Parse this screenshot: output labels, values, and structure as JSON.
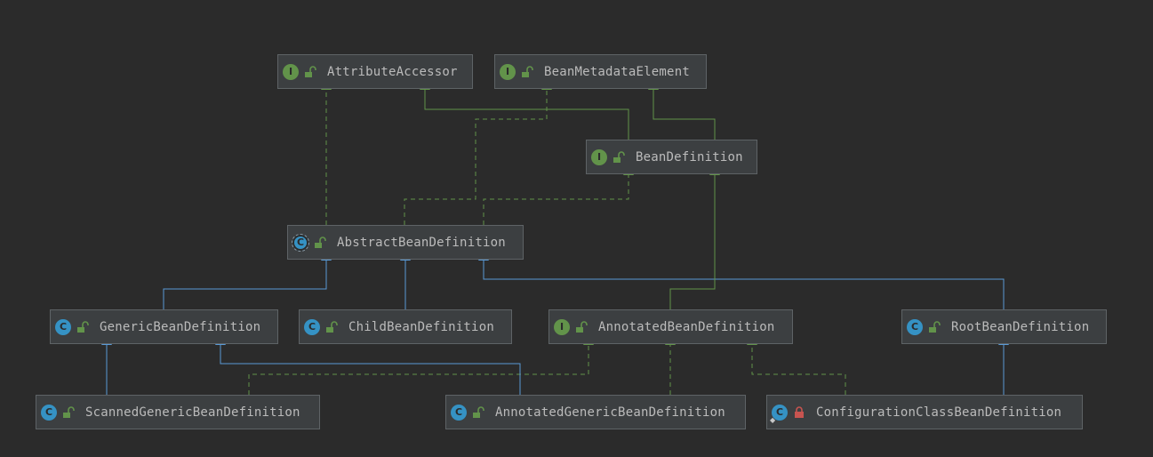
{
  "colors": {
    "background": "#2b2b2b",
    "node_fill": "#3c3f41",
    "node_border": "#5e6366",
    "text": "#bbbbbb",
    "implements_edge": "#62934a",
    "extends_edge_interface": "#62934a",
    "extends_edge_class": "#5a9ad6",
    "interface_badge": "#62934a",
    "class_badge": "#3592c4",
    "private_lock": "#c75450"
  },
  "nodes": {
    "attribute_accessor": {
      "label": "AttributeAccessor",
      "kind": "interface",
      "kind_letter": "I",
      "access": "public"
    },
    "bean_metadata_element": {
      "label": "BeanMetadataElement",
      "kind": "interface",
      "kind_letter": "I",
      "access": "public"
    },
    "bean_definition": {
      "label": "BeanDefinition",
      "kind": "interface",
      "kind_letter": "I",
      "access": "public"
    },
    "abstract_bean_definition": {
      "label": "AbstractBeanDefinition",
      "kind": "abstract-class",
      "kind_letter": "C",
      "access": "public"
    },
    "generic_bean_definition": {
      "label": "GenericBeanDefinition",
      "kind": "class",
      "kind_letter": "C",
      "access": "public"
    },
    "child_bean_definition": {
      "label": "ChildBeanDefinition",
      "kind": "class",
      "kind_letter": "C",
      "access": "public"
    },
    "annotated_bean_definition": {
      "label": "AnnotatedBeanDefinition",
      "kind": "interface",
      "kind_letter": "I",
      "access": "public"
    },
    "root_bean_definition": {
      "label": "RootBeanDefinition",
      "kind": "class",
      "kind_letter": "C",
      "access": "public"
    },
    "scanned_generic_bean_definition": {
      "label": "ScannedGenericBeanDefinition",
      "kind": "class",
      "kind_letter": "C",
      "access": "public"
    },
    "annotated_generic_bean_definition": {
      "label": "AnnotatedGenericBeanDefinition",
      "kind": "class",
      "kind_letter": "C",
      "access": "public"
    },
    "configuration_class_bean_definition": {
      "label": "ConfigurationClassBeanDefinition",
      "kind": "class",
      "kind_letter": "C",
      "access": "private"
    }
  },
  "edges": [
    {
      "from": "BeanDefinition",
      "to": "AttributeAccessor",
      "type": "extends"
    },
    {
      "from": "BeanDefinition",
      "to": "BeanMetadataElement",
      "type": "extends"
    },
    {
      "from": "AbstractBeanDefinition",
      "to": "AttributeAccessor",
      "type": "implements"
    },
    {
      "from": "AbstractBeanDefinition",
      "to": "BeanMetadataElement",
      "type": "implements"
    },
    {
      "from": "AbstractBeanDefinition",
      "to": "BeanDefinition",
      "type": "implements"
    },
    {
      "from": "GenericBeanDefinition",
      "to": "AbstractBeanDefinition",
      "type": "extends"
    },
    {
      "from": "ChildBeanDefinition",
      "to": "AbstractBeanDefinition",
      "type": "extends"
    },
    {
      "from": "RootBeanDefinition",
      "to": "AbstractBeanDefinition",
      "type": "extends"
    },
    {
      "from": "AnnotatedBeanDefinition",
      "to": "BeanDefinition",
      "type": "extends"
    },
    {
      "from": "ScannedGenericBeanDefinition",
      "to": "GenericBeanDefinition",
      "type": "extends"
    },
    {
      "from": "ScannedGenericBeanDefinition",
      "to": "AnnotatedBeanDefinition",
      "type": "implements"
    },
    {
      "from": "AnnotatedGenericBeanDefinition",
      "to": "GenericBeanDefinition",
      "type": "extends"
    },
    {
      "from": "AnnotatedGenericBeanDefinition",
      "to": "AnnotatedBeanDefinition",
      "type": "implements"
    },
    {
      "from": "ConfigurationClassBeanDefinition",
      "to": "RootBeanDefinition",
      "type": "extends"
    },
    {
      "from": "ConfigurationClassBeanDefinition",
      "to": "AnnotatedBeanDefinition",
      "type": "implements"
    }
  ]
}
